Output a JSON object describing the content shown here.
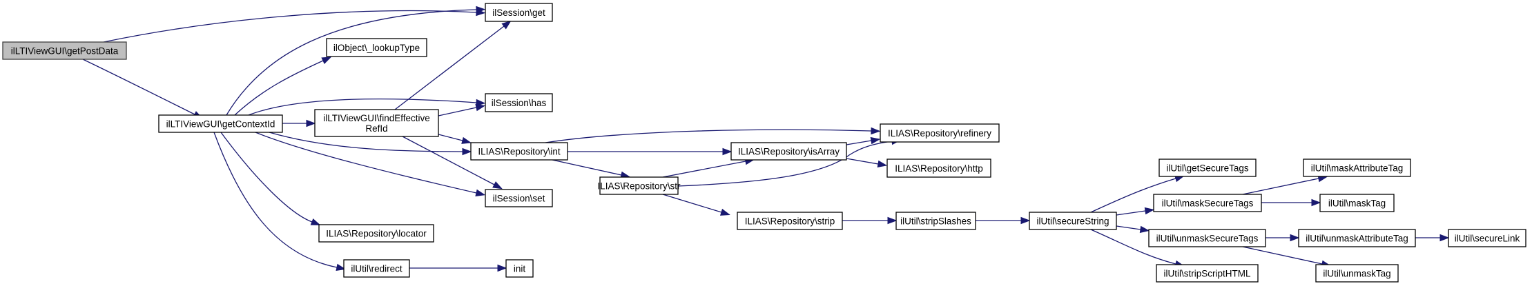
{
  "diagram": {
    "type": "call-graph",
    "edge_color": "#191970",
    "root_fill": "#bfbfbf",
    "nodes": [
      {
        "id": "getPostData",
        "lines": [
          "ilLTIViewGUI\\getPostData"
        ],
        "root": true
      },
      {
        "id": "getContextId",
        "lines": [
          "ilLTIViewGUI\\getContextId"
        ]
      },
      {
        "id": "sessGet",
        "lines": [
          "ilSession\\get"
        ]
      },
      {
        "id": "lookupType",
        "lines": [
          "ilObject\\_lookupType"
        ]
      },
      {
        "id": "findRef",
        "lines": [
          "ilLTIViewGUI\\findEffective",
          "RefId"
        ]
      },
      {
        "id": "sessHas",
        "lines": [
          "ilSession\\has"
        ]
      },
      {
        "id": "repoInt",
        "lines": [
          "ILIAS\\Repository\\int"
        ]
      },
      {
        "id": "sessSet",
        "lines": [
          "ilSession\\set"
        ]
      },
      {
        "id": "locator",
        "lines": [
          "ILIAS\\Repository\\locator"
        ]
      },
      {
        "id": "redirect",
        "lines": [
          "ilUtil\\redirect"
        ]
      },
      {
        "id": "init",
        "lines": [
          "init"
        ]
      },
      {
        "id": "refinery",
        "lines": [
          "ILIAS\\Repository\\refinery"
        ]
      },
      {
        "id": "isArray",
        "lines": [
          "ILIAS\\Repository\\isArray"
        ]
      },
      {
        "id": "http",
        "lines": [
          "ILIAS\\Repository\\http"
        ]
      },
      {
        "id": "str",
        "lines": [
          "ILIAS\\Repository\\str"
        ]
      },
      {
        "id": "strip",
        "lines": [
          "ILIAS\\Repository\\strip"
        ]
      },
      {
        "id": "stripSlashes",
        "lines": [
          "ilUtil\\stripSlashes"
        ]
      },
      {
        "id": "secureString",
        "lines": [
          "ilUtil\\secureString"
        ]
      },
      {
        "id": "getSecureTags",
        "lines": [
          "ilUtil\\getSecureTags"
        ]
      },
      {
        "id": "maskSecureTags",
        "lines": [
          "ilUtil\\maskSecureTags"
        ]
      },
      {
        "id": "unmaskSecureTags",
        "lines": [
          "ilUtil\\unmaskSecureTags"
        ]
      },
      {
        "id": "stripScriptHTML",
        "lines": [
          "ilUtil\\stripScriptHTML"
        ]
      },
      {
        "id": "maskAttributeTag",
        "lines": [
          "ilUtil\\maskAttributeTag"
        ]
      },
      {
        "id": "maskTag",
        "lines": [
          "ilUtil\\maskTag"
        ]
      },
      {
        "id": "unmaskAttributeTag",
        "lines": [
          "ilUtil\\unmaskAttributeTag"
        ]
      },
      {
        "id": "unmaskTag",
        "lines": [
          "ilUtil\\unmaskTag"
        ]
      },
      {
        "id": "secureLink",
        "lines": [
          "ilUtil\\secureLink"
        ]
      }
    ],
    "edges": [
      [
        "getPostData",
        "sessGet"
      ],
      [
        "getPostData",
        "getContextId"
      ],
      [
        "getContextId",
        "sessGet"
      ],
      [
        "getContextId",
        "lookupType"
      ],
      [
        "getContextId",
        "sessHas"
      ],
      [
        "getContextId",
        "findRef"
      ],
      [
        "getContextId",
        "repoInt"
      ],
      [
        "getContextId",
        "sessSet"
      ],
      [
        "getContextId",
        "locator"
      ],
      [
        "getContextId",
        "redirect"
      ],
      [
        "findRef",
        "sessGet"
      ],
      [
        "findRef",
        "sessHas"
      ],
      [
        "findRef",
        "repoInt"
      ],
      [
        "findRef",
        "sessSet"
      ],
      [
        "redirect",
        "init"
      ],
      [
        "repoInt",
        "refinery"
      ],
      [
        "repoInt",
        "isArray"
      ],
      [
        "repoInt",
        "str"
      ],
      [
        "isArray",
        "refinery"
      ],
      [
        "isArray",
        "http"
      ],
      [
        "str",
        "isArray"
      ],
      [
        "str",
        "refinery"
      ],
      [
        "str",
        "strip"
      ],
      [
        "strip",
        "stripSlashes"
      ],
      [
        "stripSlashes",
        "secureString"
      ],
      [
        "secureString",
        "getSecureTags"
      ],
      [
        "secureString",
        "maskSecureTags"
      ],
      [
        "secureString",
        "unmaskSecureTags"
      ],
      [
        "secureString",
        "stripScriptHTML"
      ],
      [
        "maskSecureTags",
        "maskAttributeTag"
      ],
      [
        "maskSecureTags",
        "maskTag"
      ],
      [
        "unmaskSecureTags",
        "unmaskAttributeTag"
      ],
      [
        "unmaskSecureTags",
        "unmaskTag"
      ],
      [
        "unmaskAttributeTag",
        "secureLink"
      ]
    ]
  }
}
